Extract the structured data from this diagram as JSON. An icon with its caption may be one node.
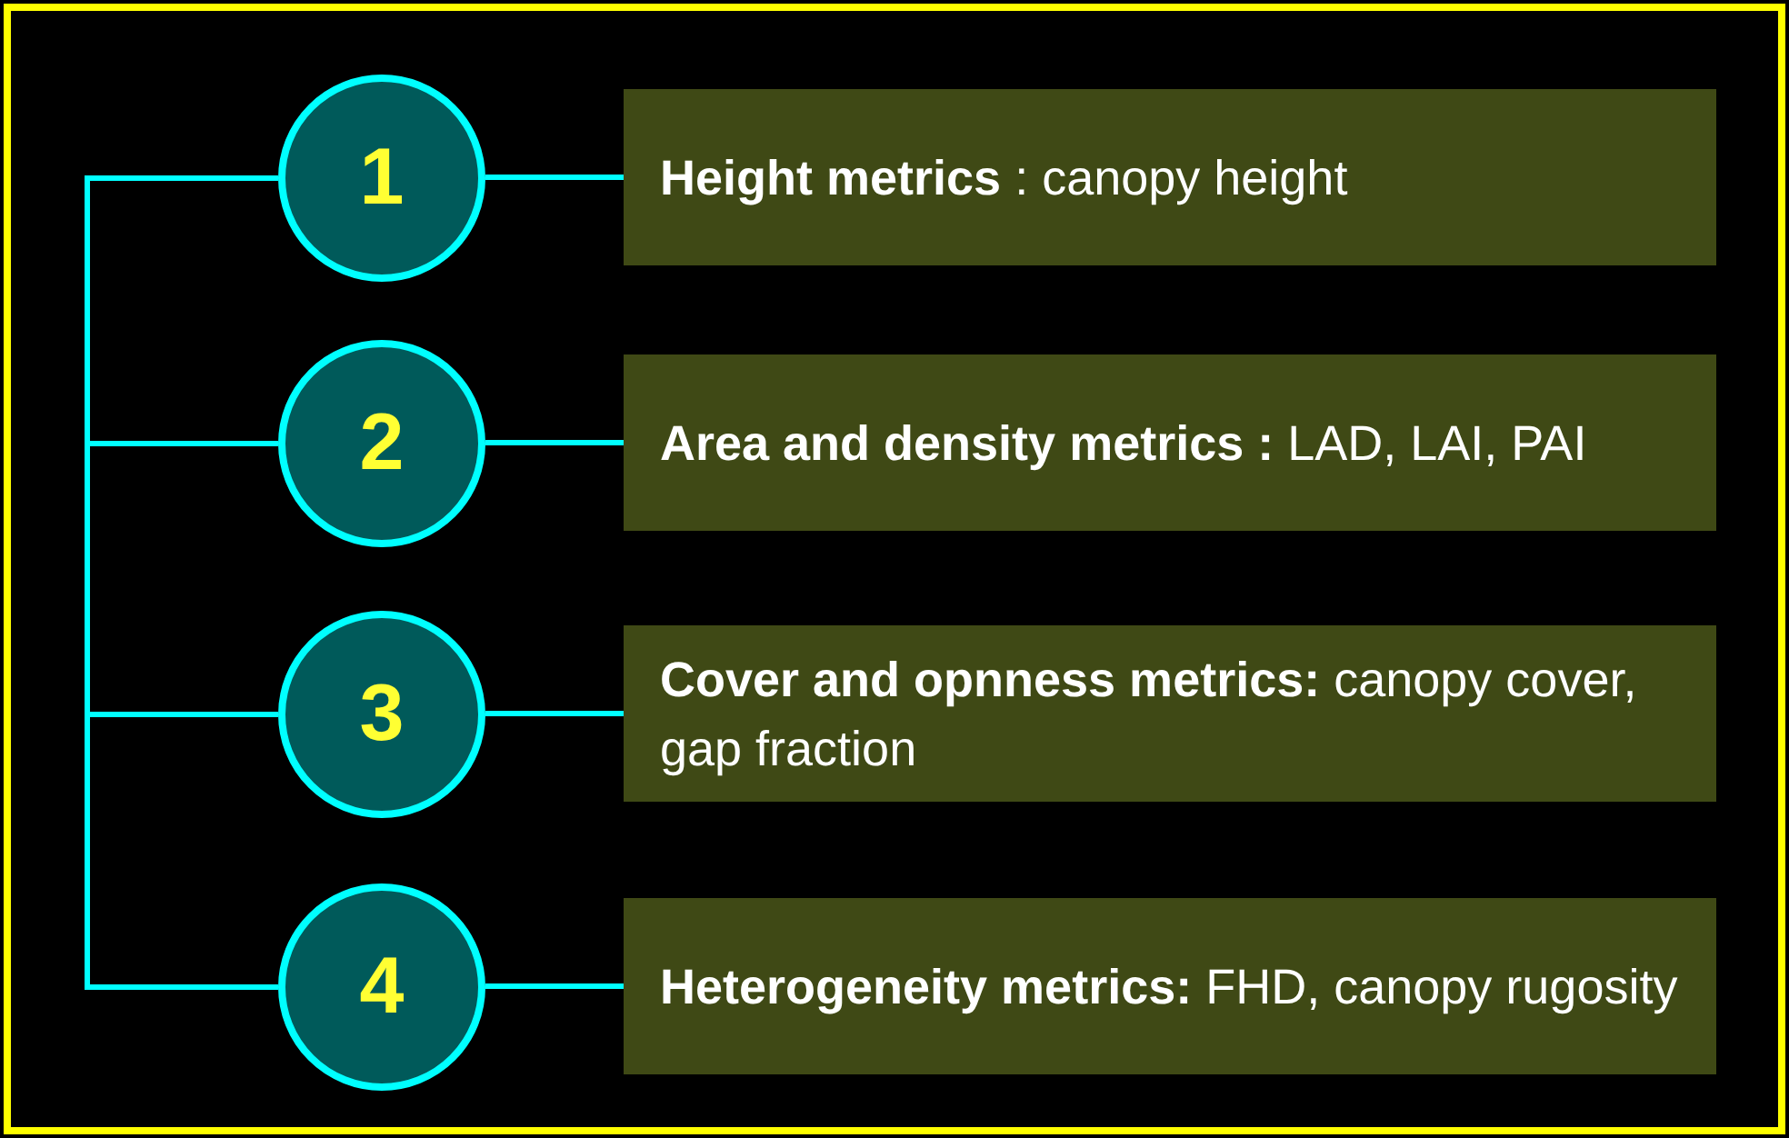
{
  "diagram": {
    "nodes": [
      {
        "text": [
          "1"
        ]
      },
      {
        "text": [
          "**Height metrics** : canopy height"
        ]
      },
      {
        "text": [
          "2"
        ]
      },
      {
        "text": [
          "**Area and density metrics :** LAD, LAI, PAI"
        ]
      },
      {
        "text": [
          "3"
        ]
      },
      {
        "text": [
          "**Cover and opnness metrics:** canopy cover, gap fraction"
        ]
      },
      {
        "text": [
          "4"
        ]
      },
      {
        "text": [
          "**Heterogeneity metrics:** FHD, canopy rugosity"
        ]
      }
    ],
    "edges": [
      {
        "from": 0,
        "to": 1,
        "arrow": "none"
      },
      {
        "from": 2,
        "to": 3,
        "arrow": "none"
      },
      {
        "from": 4,
        "to": 5,
        "arrow": "none"
      },
      {
        "from": 6,
        "to": 7,
        "arrow": "none"
      },
      {
        "from": 0,
        "to": 2,
        "arrow": "none"
      },
      {
        "from": 2,
        "to": 4,
        "arrow": "none"
      },
      {
        "from": 4,
        "to": 6,
        "arrow": "none"
      }
    ]
  }
}
